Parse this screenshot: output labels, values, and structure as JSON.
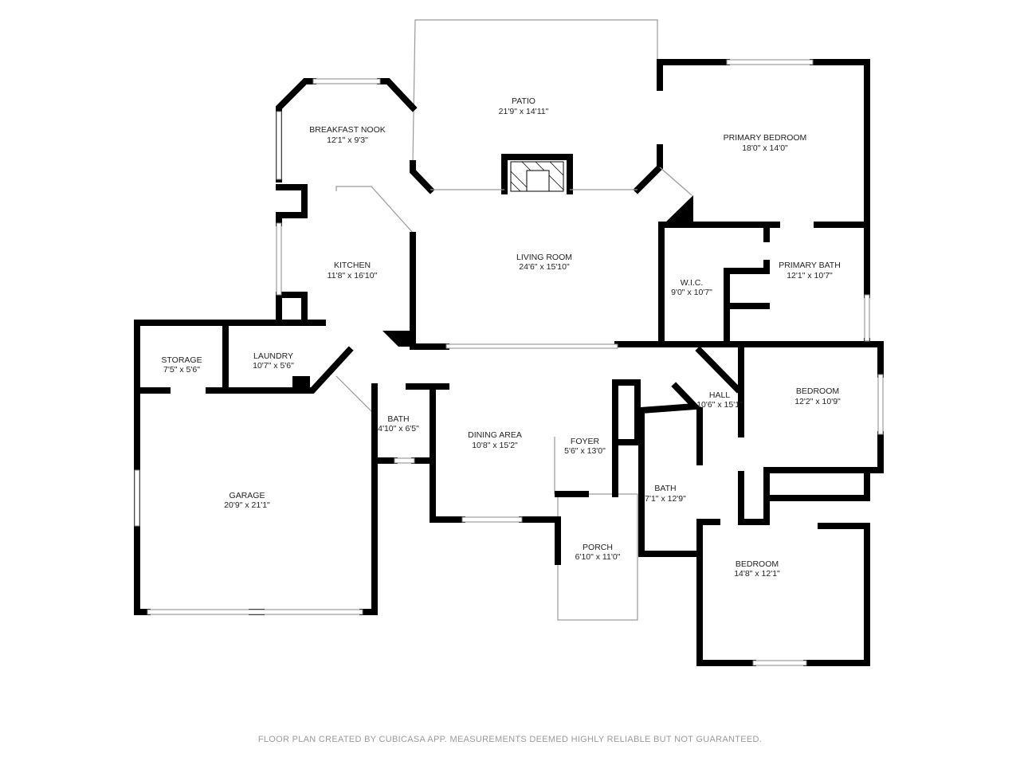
{
  "rooms": {
    "patio": {
      "name": "PATIO",
      "size": "21'9\" x 14'11\""
    },
    "breakfast_nook": {
      "name": "BREAKFAST NOOK",
      "size": "12'1\" x 9'3\""
    },
    "primary_bedroom": {
      "name": "PRIMARY BEDROOM",
      "size": "18'0\" x 14'0\""
    },
    "kitchen": {
      "name": "KITCHEN",
      "size": "11'8\" x 16'10\""
    },
    "living_room": {
      "name": "LIVING ROOM",
      "size": "24'6\" x 15'10\""
    },
    "wic": {
      "name": "W.I.C.",
      "size": "9'0\" x 10'7\""
    },
    "primary_bath": {
      "name": "PRIMARY BATH",
      "size": "12'1\" x 10'7\""
    },
    "storage": {
      "name": "STORAGE",
      "size": "7'5\" x 5'6\""
    },
    "laundry": {
      "name": "LAUNDRY",
      "size": "10'7\" x 5'6\""
    },
    "hall": {
      "name": "HALL",
      "size": "10'6\" x 15'1\""
    },
    "bedroom_1": {
      "name": "BEDROOM",
      "size": "12'2\" x 10'9\""
    },
    "bath_1": {
      "name": "BATH",
      "size": "4'10\" x 6'5\""
    },
    "dining_area": {
      "name": "DINING AREA",
      "size": "10'8\" x 15'2\""
    },
    "foyer": {
      "name": "FOYER",
      "size": "5'6\" x 13'0\""
    },
    "garage": {
      "name": "GARAGE",
      "size": "20'9\" x 21'1\""
    },
    "bath_2": {
      "name": "BATH",
      "size": "7'1\" x 12'9\""
    },
    "porch": {
      "name": "PORCH",
      "size": "6'10\" x 11'0\""
    },
    "bedroom_2": {
      "name": "BEDROOM",
      "size": "14'8\" x 12'1\""
    }
  },
  "footer": "FLOOR PLAN CREATED BY CUBICASA APP. MEASUREMENTS DEEMED HIGHLY RELIABLE BUT NOT GUARANTEED.",
  "colors": {
    "wall": "#000000",
    "background": "#ffffff",
    "footer_text": "#9a9a9a"
  }
}
